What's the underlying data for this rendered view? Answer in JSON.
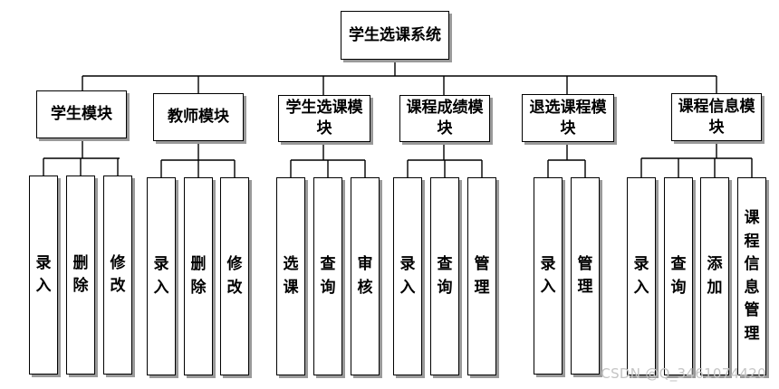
{
  "root": {
    "label": "学生选课系统"
  },
  "modules": [
    {
      "label": "学生模块",
      "children": [
        "录入",
        "删除",
        "修改"
      ]
    },
    {
      "label": "教师模块",
      "children": [
        "录入",
        "删除",
        "修改"
      ]
    },
    {
      "label": "学生选课模块",
      "children": [
        "选课",
        "查询",
        "审核"
      ]
    },
    {
      "label": "课程成绩模块",
      "children": [
        "录入",
        "查询",
        "管理"
      ]
    },
    {
      "label": "退选课程模块",
      "children": [
        "录入",
        "管理"
      ]
    },
    {
      "label": "课程信息模块",
      "children": [
        "录入",
        "查询",
        "添加",
        "课程信息管理"
      ]
    }
  ],
  "watermark": "CSDN @Q_3461074420"
}
